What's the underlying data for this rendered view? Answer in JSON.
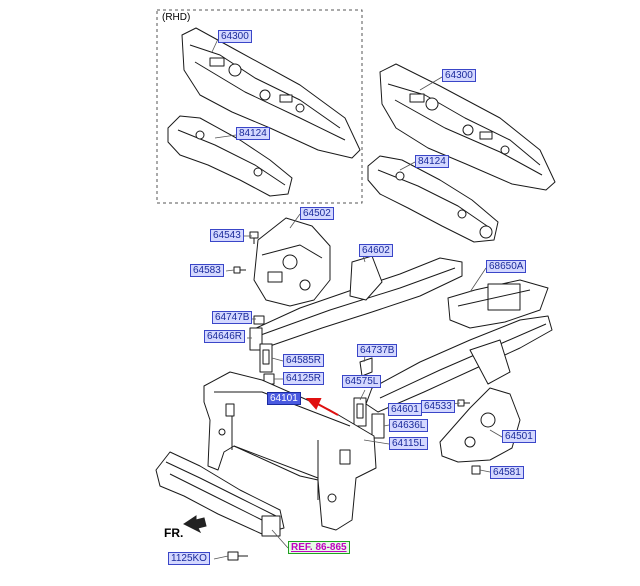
{
  "rhd_label": "(RHD)",
  "fr_label": "FR.",
  "highlight_color": "#4a5ae0",
  "arrow_color": "#e01010",
  "callouts": [
    {
      "id": "rhd-64300",
      "text": "64300"
    },
    {
      "id": "rhd-84124",
      "text": "84124"
    },
    {
      "id": "64300",
      "text": "64300"
    },
    {
      "id": "84124",
      "text": "84124"
    },
    {
      "id": "64502",
      "text": "64502"
    },
    {
      "id": "64543",
      "text": "64543"
    },
    {
      "id": "64583",
      "text": "64583"
    },
    {
      "id": "64602",
      "text": "64602"
    },
    {
      "id": "68650A",
      "text": "68650A"
    },
    {
      "id": "64747B",
      "text": "64747B"
    },
    {
      "id": "64646R",
      "text": "64646R"
    },
    {
      "id": "64585R",
      "text": "64585R"
    },
    {
      "id": "64125R",
      "text": "64125R"
    },
    {
      "id": "64737B",
      "text": "64737B"
    },
    {
      "id": "64575L",
      "text": "64575L"
    },
    {
      "id": "64101",
      "text": "64101",
      "highlight": true
    },
    {
      "id": "64601",
      "text": "64601"
    },
    {
      "id": "64533",
      "text": "64533"
    },
    {
      "id": "64636L",
      "text": "64636L"
    },
    {
      "id": "64115L",
      "text": "64115L"
    },
    {
      "id": "64501",
      "text": "64501"
    },
    {
      "id": "64581",
      "text": "64581"
    },
    {
      "id": "1125KO",
      "text": "1125KO"
    },
    {
      "id": "ref",
      "text": "REF. 86-865",
      "ref": true
    }
  ]
}
